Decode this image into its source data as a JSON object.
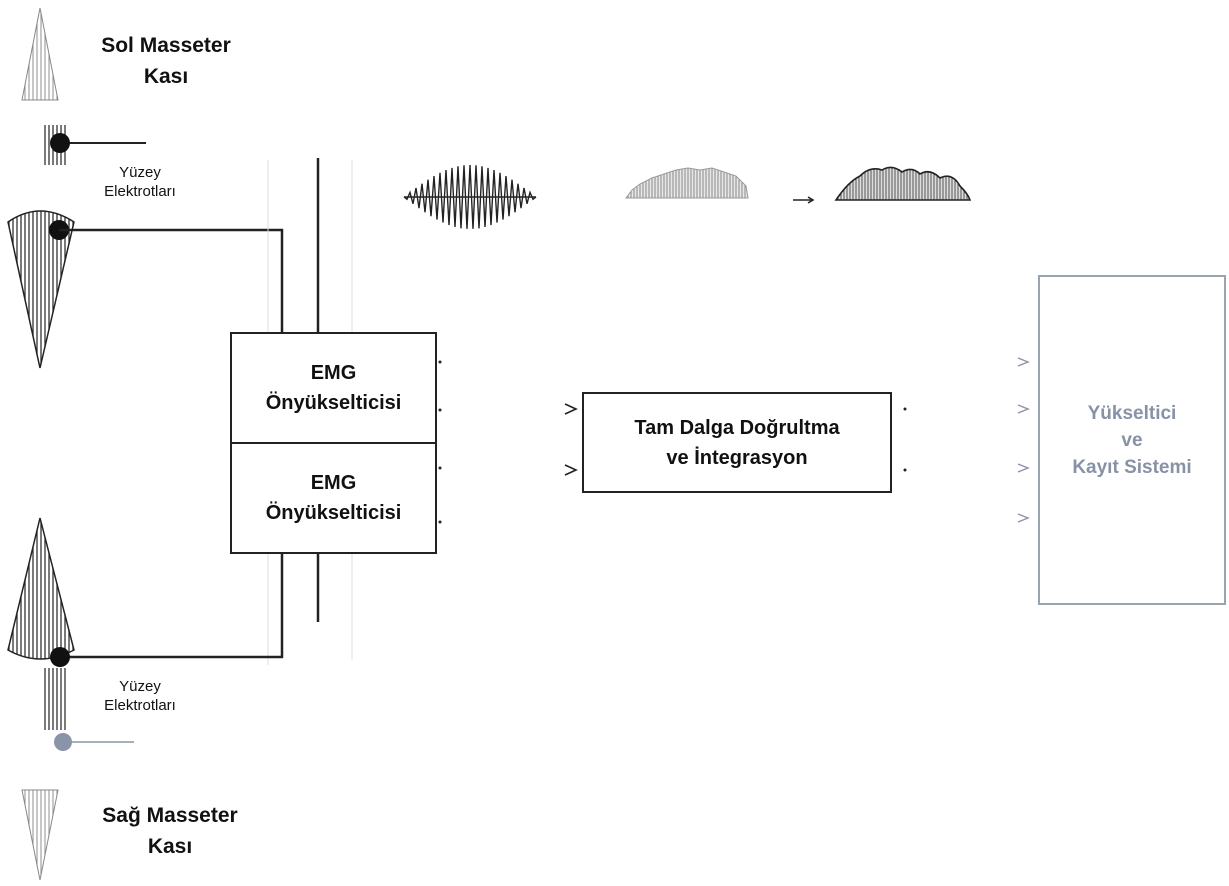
{
  "muscles": {
    "left": {
      "line1": "Sol Masseter",
      "line2": "Kası"
    },
    "right": {
      "line1": "Sağ Masseter",
      "line2": "Kası"
    }
  },
  "electrodes": {
    "top": {
      "line1": "Yüzey",
      "line2": "Elektrotları"
    },
    "bottom": {
      "line1": "Yüzey",
      "line2": "Elektrotları"
    }
  },
  "preamp": {
    "upper": {
      "line1": "EMG",
      "line2": "Önyükselticisi"
    },
    "lower": {
      "line1": "EMG",
      "line2": "Önyükselticisi"
    }
  },
  "rectifier": {
    "line1": "Tam Dalga Doğrultma",
    "line2": "ve İntegrasyon"
  },
  "recorder": {
    "line1": "Yükseltici",
    "line2": "ve",
    "line3": "Kayıt Sistemi"
  },
  "colors": {
    "line": "#222222",
    "recorder_border": "#9aa3b0",
    "recorder_text": "#8792a6",
    "muscle_fill": "#555555"
  },
  "icons": {
    "muscle": "fan-shaped-muscle-fibers",
    "electrode": "black-dot-electrode",
    "raw_signal": "raw-emg-waveform",
    "rectified_signal": "rectified-waveform",
    "integrated_signal": "integrated-envelope",
    "arrow": "right-arrow"
  }
}
